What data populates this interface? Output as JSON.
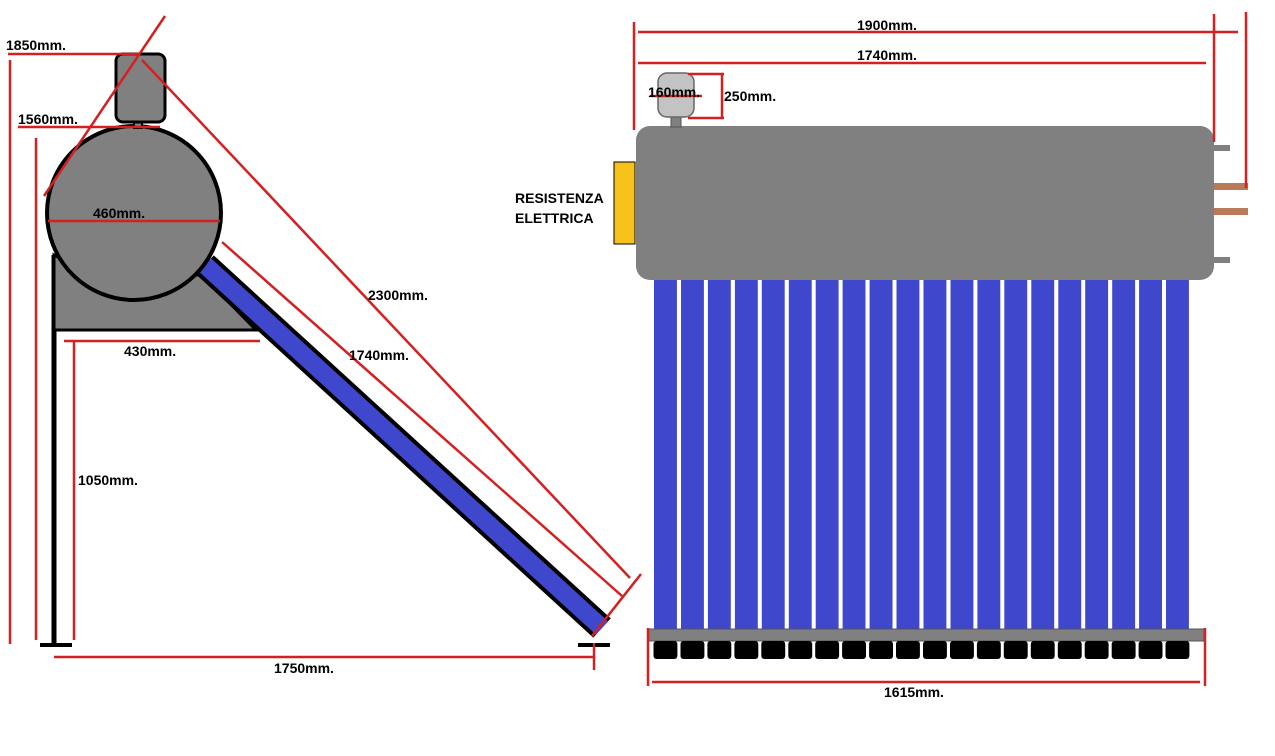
{
  "side_view": {
    "labels": {
      "overall_height": "1850mm.",
      "tank_top_height": "1560mm.",
      "tank_diameter": "460mm.",
      "base_width": "430mm.",
      "leg_height": "1050mm.",
      "diagonal_length": "2300mm.",
      "tube_length": "1740mm.",
      "footprint": "1750mm."
    }
  },
  "front_view": {
    "labels": {
      "overall_width": "1900mm.",
      "tank_length": "1740mm.",
      "vessel_width": "160mm.",
      "vessel_height": "250mm.",
      "heater_line1": "RESISTENZA",
      "heater_line2": "ELETTRICA",
      "manifold_width": "1615mm."
    },
    "tube_count": 20
  },
  "colors": {
    "dimension_line": "#d42020",
    "tank": "#808080",
    "tube": "#3f48cc",
    "heater": "#f7c21a",
    "pipe": "#b97a57",
    "outline": "#000000"
  }
}
